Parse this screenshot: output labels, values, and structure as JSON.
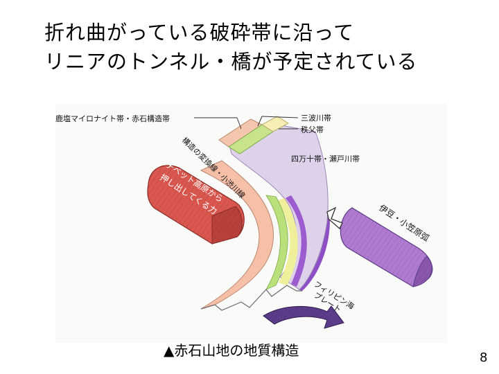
{
  "title": {
    "line1": "折れ曲がっている破砕帯に沿って",
    "line2": "リニアのトンネル・橋が予定されている"
  },
  "diagram": {
    "labels": {
      "kashio": "鹿塩マイロナイト帯・赤石構造帯",
      "sanbagawa": "三波川帯",
      "chichibu": "秩父帯",
      "shimanto": "四万十帯・瀬戸川帯",
      "tectonic_line": "構造の変換線・小渋川線",
      "tibet_line1": "チベット高原から",
      "tibet_line2": "押し出してくる力",
      "izu": "伊豆・小笠原弧",
      "philippine_line1": "フィリピン海",
      "philippine_line2": "プレート"
    },
    "colors": {
      "tibet_block": "#d9574e",
      "outer_purple": "#8e4fc4",
      "pale_lavender": "#ddd2ea",
      "yellow": "#f1f09a",
      "green": "#b9e07b",
      "salmon": "#f6bfa8",
      "izu_block": "#b07ad0",
      "plate_arrow": "#5b3c8a"
    }
  },
  "caption": "▲赤石山地の地質構造",
  "page_number": "8"
}
